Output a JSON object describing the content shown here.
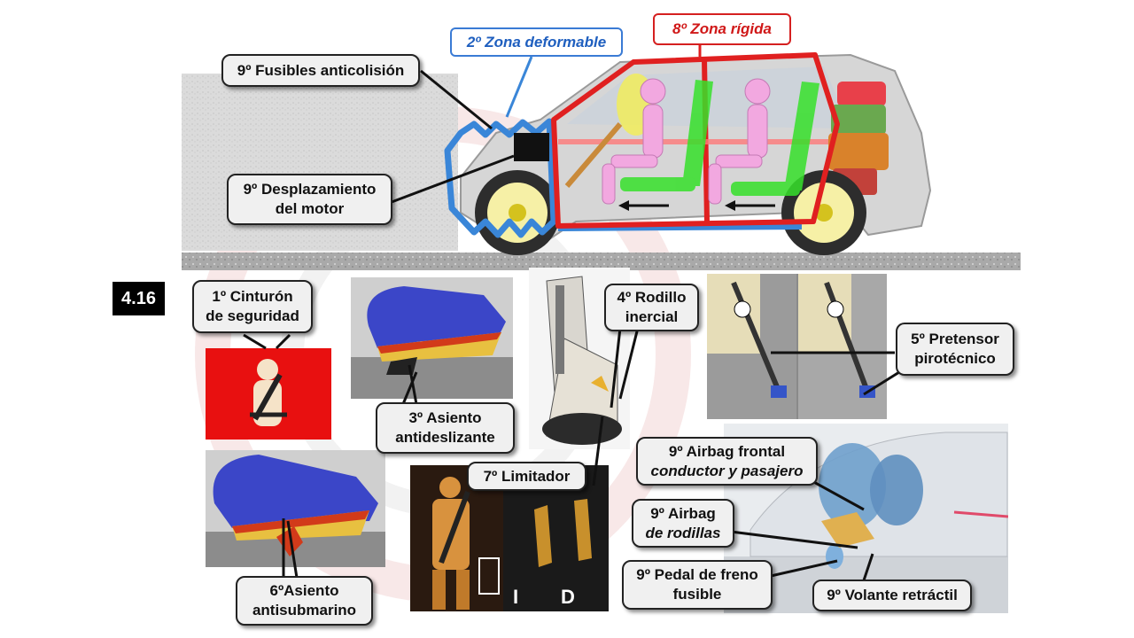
{
  "figure_number": "4.16",
  "zones": {
    "deformable": "2º Zona deformable",
    "rigid": "8º  Zona rígida"
  },
  "callouts": {
    "fusibles": "9º Fusibles anticolisión",
    "desplazamiento_line1": "9º Desplazamiento",
    "desplazamiento_line2": "del motor",
    "cinturon_line1": "1º Cinturón",
    "cinturon_line2": "de seguridad",
    "asiento_antideslizante_line1": "3º Asiento",
    "asiento_antideslizante_line2": "antideslizante",
    "rodillo_line1": "4º Rodillo",
    "rodillo_line2": "inercial",
    "pretensor_line1": "5º Pretensor",
    "pretensor_line2": "pirotécnico",
    "asiento_antisubmarino_line1": "6ºAsiento",
    "asiento_antisubmarino_line2": "antisubmarino",
    "limitador": "7º Limitador",
    "airbag_frontal_line1": "9º Airbag frontal",
    "airbag_frontal_line2": "conductor y pasajero",
    "airbag_rodillas_line1": "9º Airbag",
    "airbag_rodillas_line2": "de rodillas",
    "pedal_line1": "9º Pedal de freno",
    "pedal_line2": "fusible",
    "volante": "9º Volante retráctil"
  },
  "photo_labels": {
    "left": "I",
    "right": "D"
  },
  "colors": {
    "rigid_frame": "#e02020",
    "deformable_frame": "#3a86d8",
    "seat_green": "#36e02a",
    "dummy_pink": "#f2a8e0",
    "seat_foam_yellow": "#e8c040",
    "seat_cover_blue": "#3b46c8",
    "belt_red_bg": "#e81010"
  }
}
